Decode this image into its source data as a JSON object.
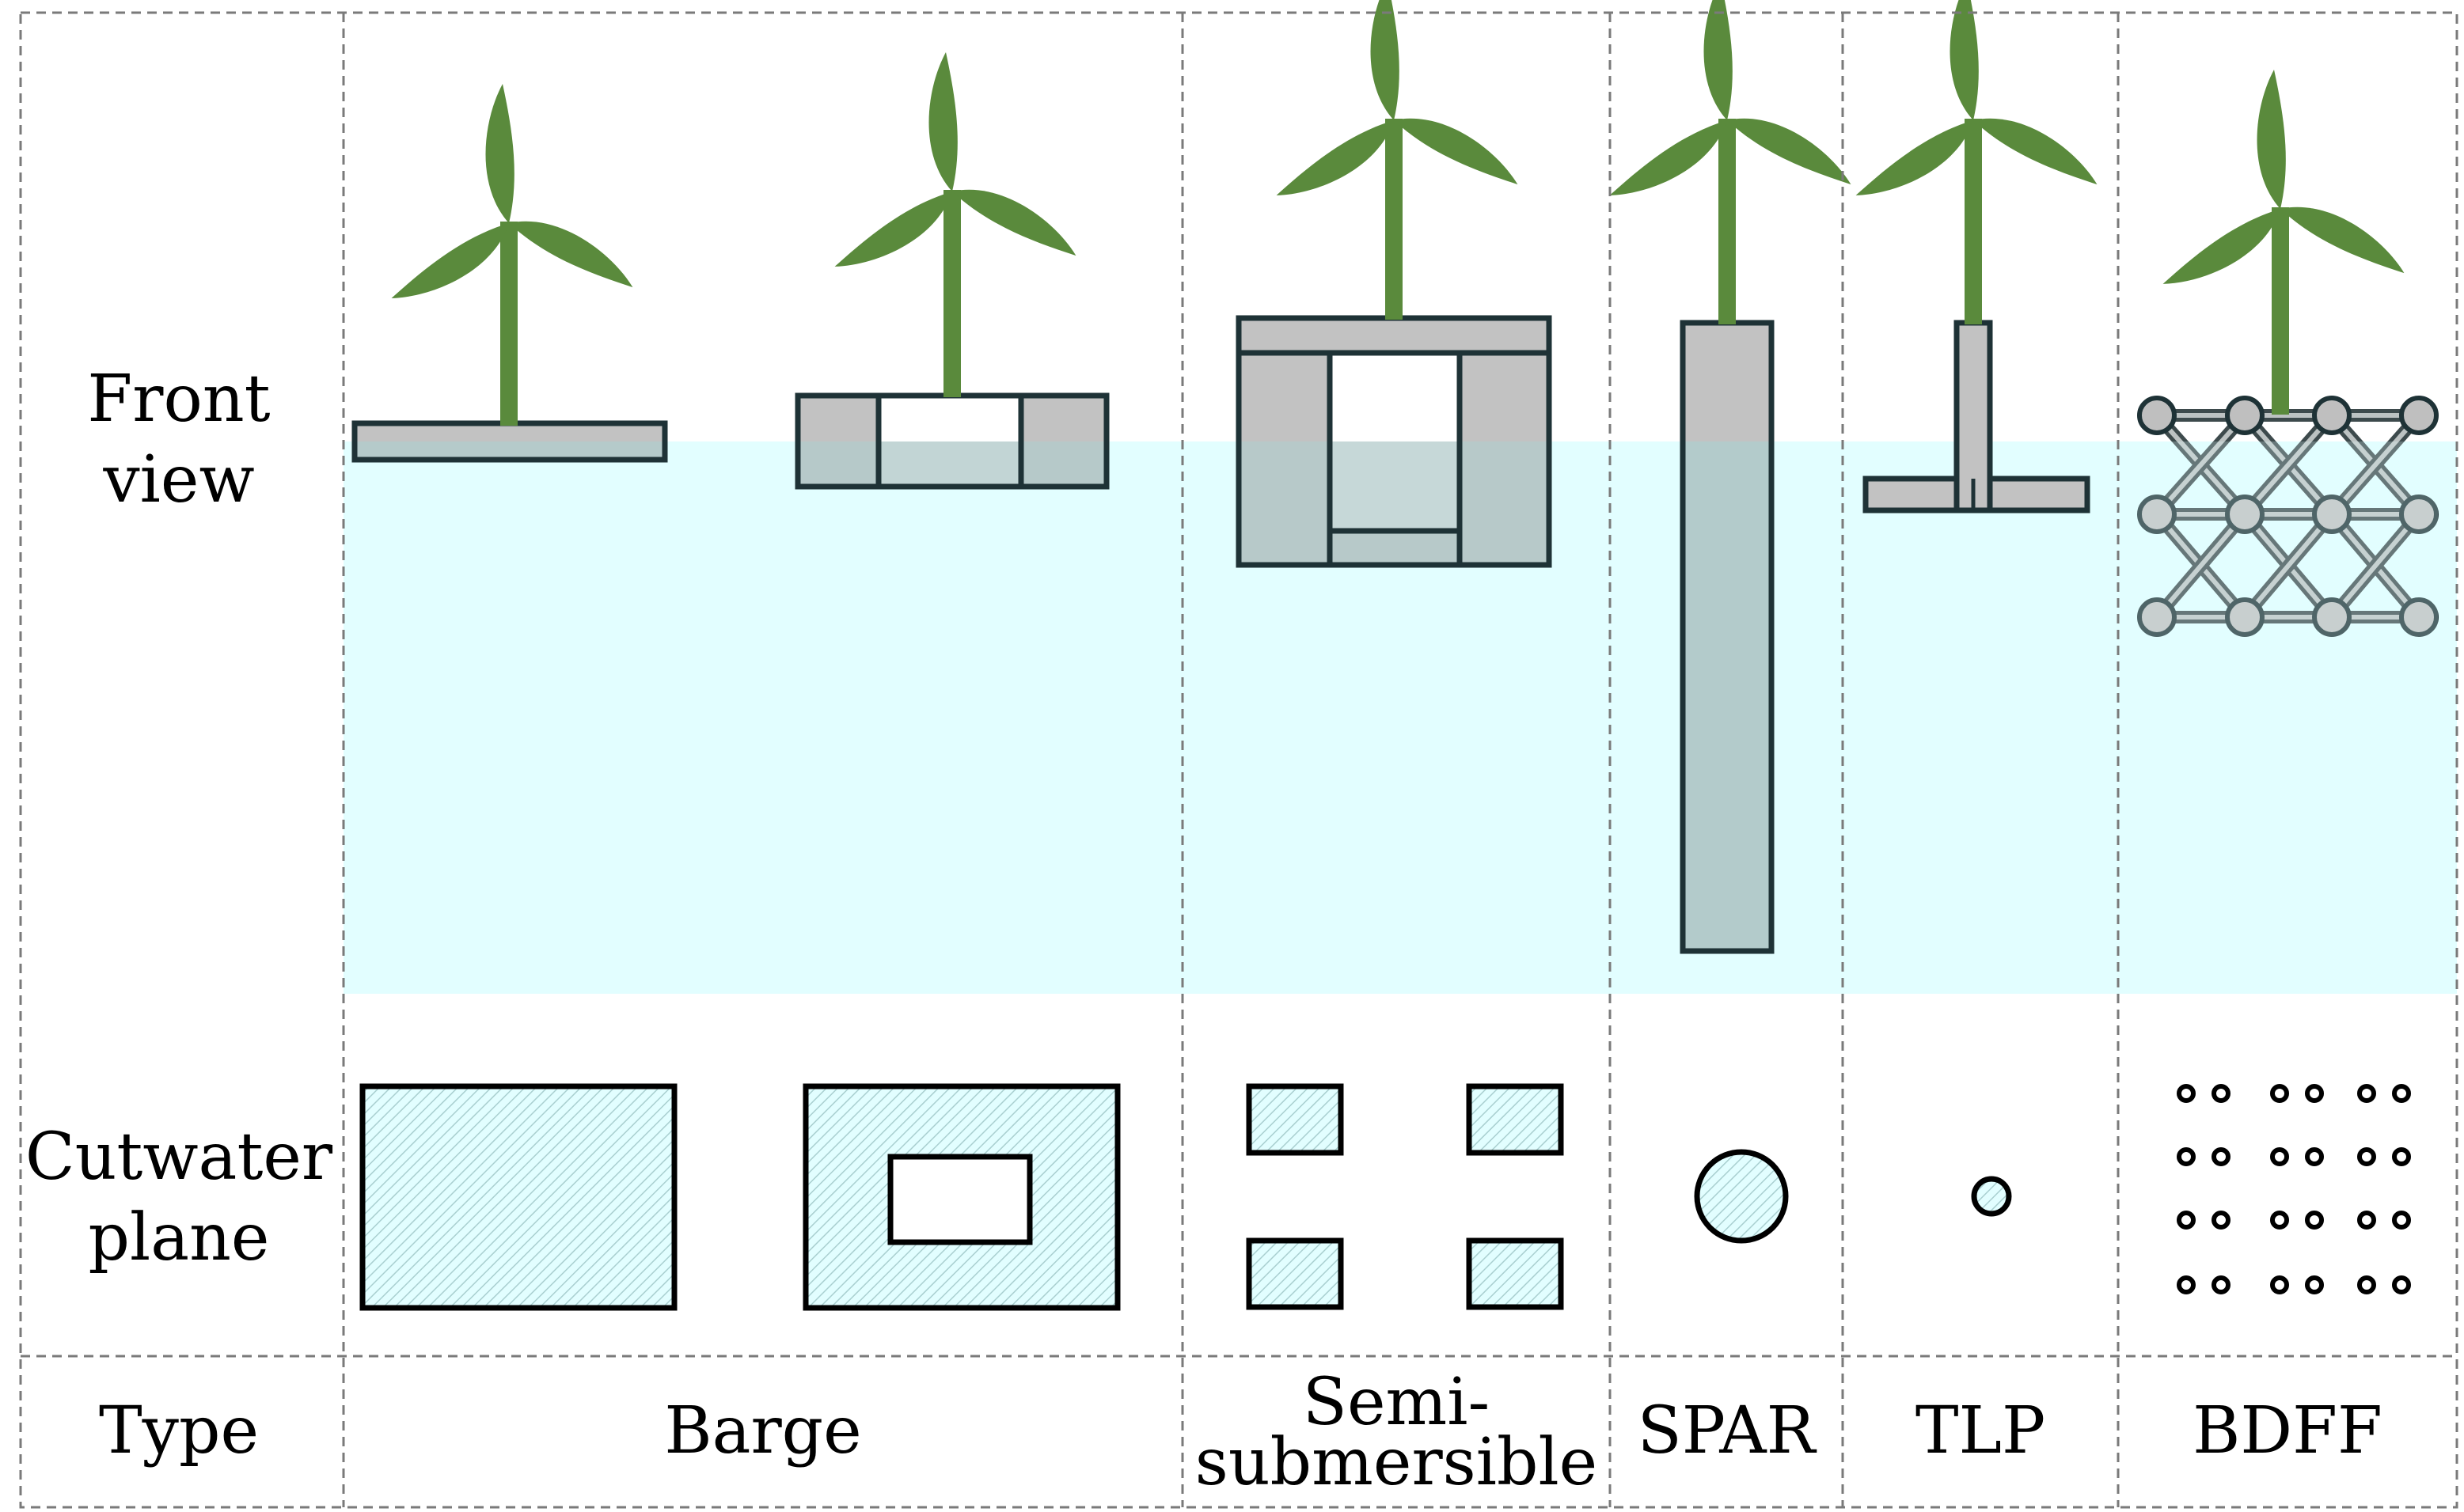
{
  "row_labels": {
    "front_view": [
      "Front",
      "view"
    ],
    "cutwater_plane": [
      "Cutwater",
      "plane"
    ],
    "type": "Type"
  },
  "types": {
    "barge": "Barge",
    "semi": [
      "Semi-",
      "submersible"
    ],
    "spar": "SPAR",
    "tlp": "TLP",
    "bdff": "BDFF"
  },
  "colors": {
    "water": "#e2feff",
    "turbine": "#5a8a3c",
    "hull": "#c2c2c2",
    "hull_submerged": "#b3cbcb",
    "outline": "#1e3236",
    "grid": "#7a7a7a"
  },
  "icons": {
    "turbine": "wind-turbine-icon"
  }
}
